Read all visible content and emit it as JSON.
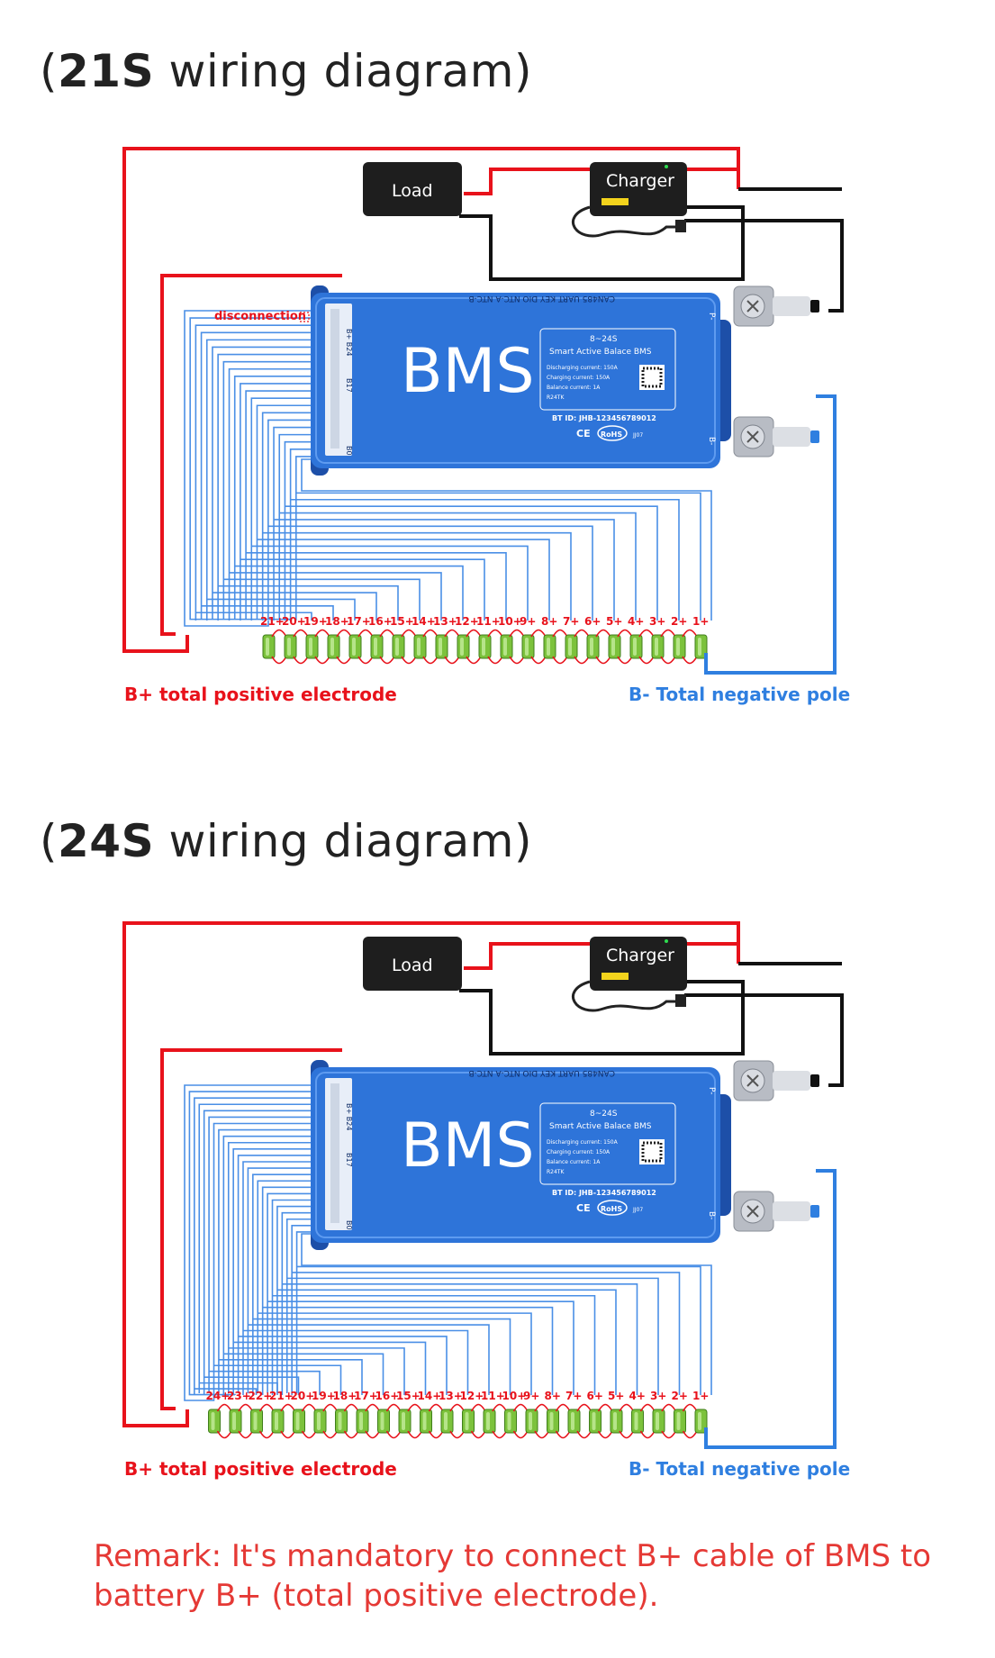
{
  "diagrams": [
    {
      "paren_open": "(",
      "series_label": "21S",
      "title_rest": " wiring diagram",
      "paren_close": ")",
      "cell_count": 21,
      "disconnection_label": "disconnection",
      "positive_label": "B+ total positive electrode",
      "negative_label": "B- Total negative pole"
    },
    {
      "paren_open": "(",
      "series_label": "24S",
      "title_rest": " wiring diagram",
      "paren_close": ")",
      "cell_count": 24,
      "disconnection_label": "",
      "positive_label": "B+ total positive electrode",
      "negative_label": "B- Total negative pole"
    }
  ],
  "load_label": "Load",
  "charger_label": "Charger",
  "bms": {
    "big_label": "BMS",
    "ports_text": "CAN485  UART  KEY  DIO  NTC-A  NTC-B",
    "pin_top": "B+ B24",
    "pin_mid": "B17",
    "pin_bottom": "B0",
    "p_minus": "P-",
    "b_minus": "B-",
    "model": "8~24S",
    "subtitle": "Smart Active Balace BMS",
    "spec1": "Discharging current: 150A",
    "spec2": "Charging current: 150A",
    "spec3": "Balance current: 1A",
    "spec4": "R24TK",
    "bt_id": "BT ID: JHB-123456789012",
    "ce": "CE",
    "rohs": "RoHS",
    "jj": "JJ07"
  },
  "cell_labels_21": [
    "21+",
    "20+",
    "19+",
    "18+",
    "17+",
    "16+",
    "15+",
    "14+",
    "13+",
    "12+",
    "11+",
    "10+",
    "9+",
    "8+",
    "7+",
    "6+",
    "5+",
    "4+",
    "3+",
    "2+",
    "1+"
  ],
  "cell_labels_24": [
    "24+",
    "23+",
    "22+",
    "21+",
    "20+",
    "19+",
    "18+",
    "17+",
    "16+",
    "15+",
    "14+",
    "13+",
    "12+",
    "11+",
    "10+",
    "9+",
    "8+",
    "7+",
    "6+",
    "5+",
    "4+",
    "3+",
    "2+",
    "1+"
  ],
  "remark_line1": "Remark: It's mandatory to connect B+ cable of BMS to",
  "remark_line2": "battery B+ (total positive electrode).",
  "colors": {
    "red": "#e8121b",
    "blue": "#2f7fe0",
    "bms_blue": "#2e74d9",
    "black": "#111111",
    "green": "#7cc23c",
    "wire_blue": "#4a8fe6"
  }
}
